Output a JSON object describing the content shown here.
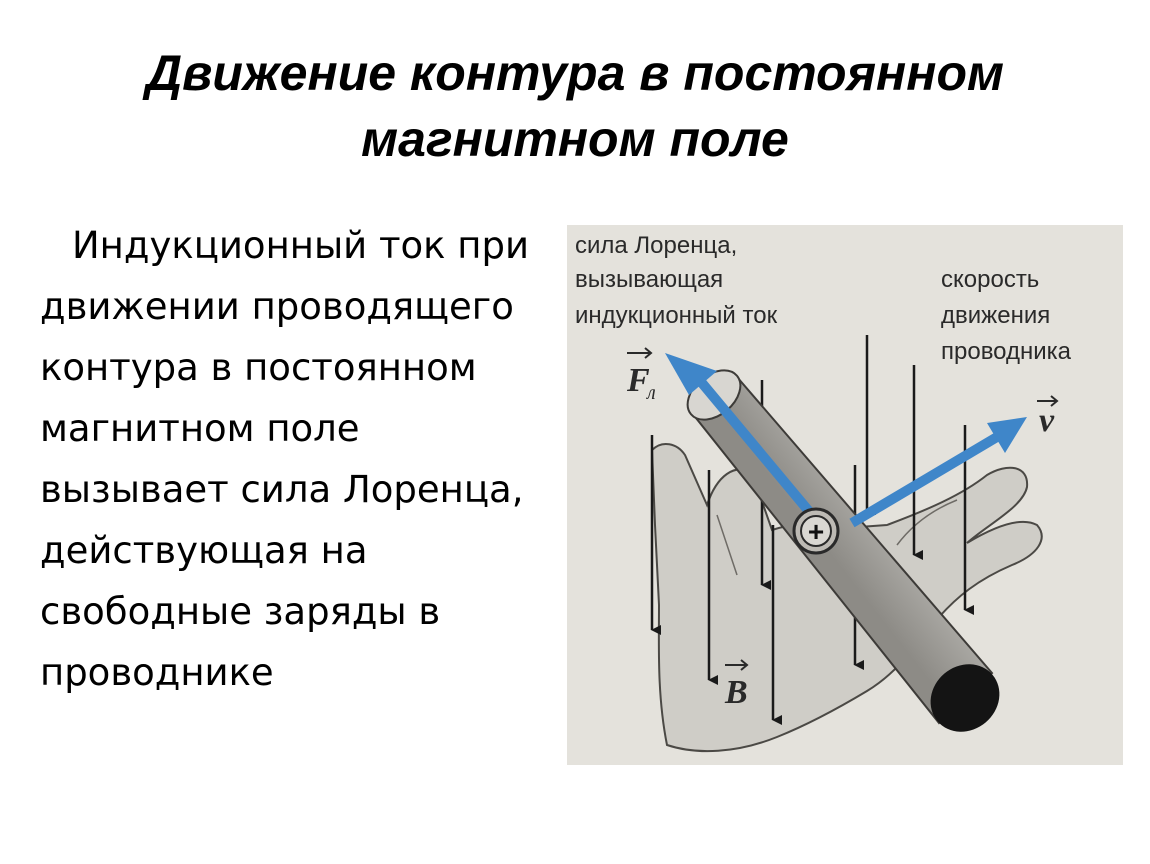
{
  "title": {
    "line1": "Движение контура в постоянном",
    "line2": "магнитном поле"
  },
  "text": {
    "paragraph": "Индукционный ток при движении проводящего контура в постоянном магнитном поле вызывает сила Лоренца, действующая на свободные заряды в проводнике"
  },
  "figure": {
    "label_lorentz": [
      "сила Лоренца,",
      "вызывающая",
      "индукционный ток"
    ],
    "label_velocity": [
      "скорость",
      "движения",
      "проводника"
    ],
    "symbol_force": "F",
    "symbol_force_sub": "л",
    "symbol_velocity": "v",
    "symbol_field": "B",
    "charge_sign": "+",
    "colors": {
      "arrow": "#3f86c9",
      "paper": "#e4e2dc",
      "hand": "#cfcdc7",
      "conductor_end": "#141414"
    }
  }
}
